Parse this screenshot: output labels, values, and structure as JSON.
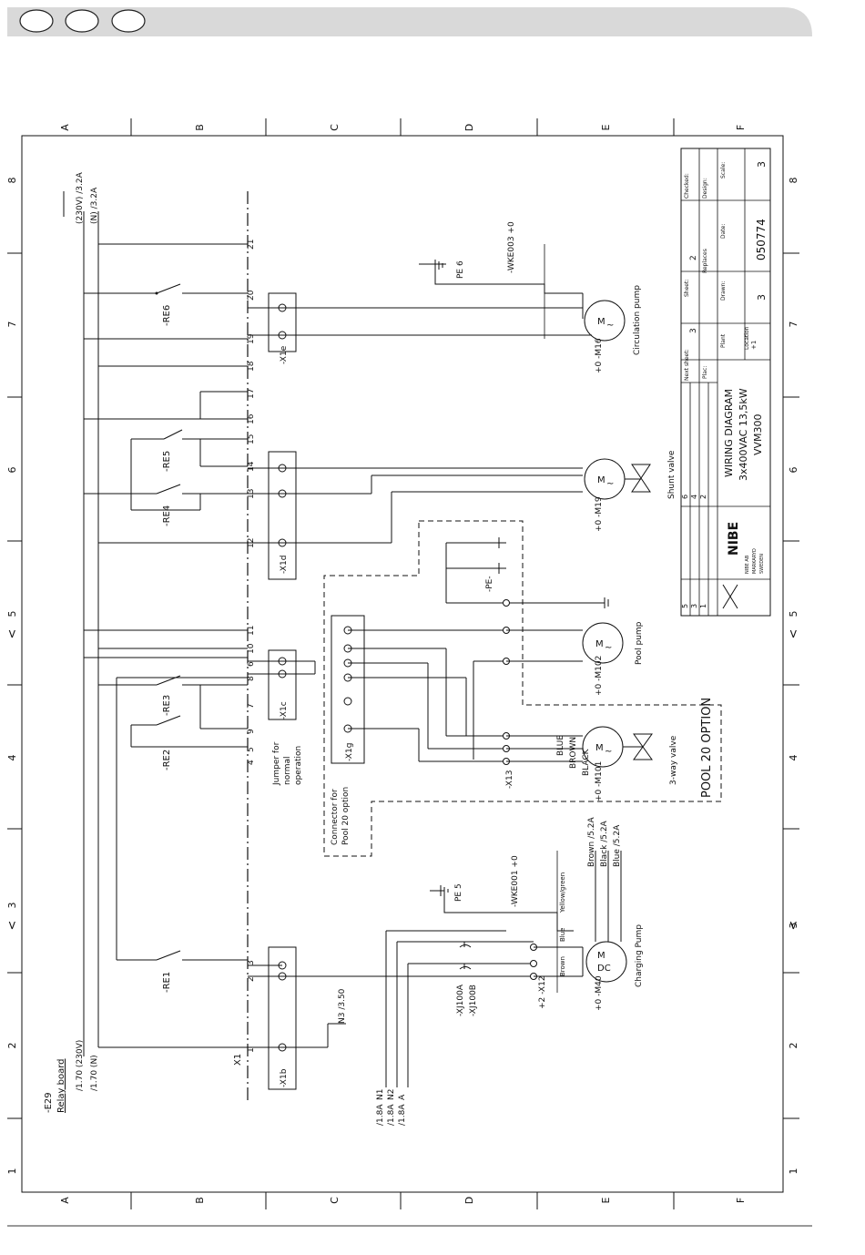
{
  "header": {
    "circle_count": 3,
    "bar_color": "#d9d9d9"
  },
  "grid": {
    "columns": [
      "A",
      "B",
      "C",
      "D",
      "E",
      "F"
    ],
    "rows": [
      "1",
      "2",
      "3",
      "4",
      "5",
      "6",
      "7",
      "8"
    ],
    "side_marks": [
      "<",
      "<",
      "<",
      "<"
    ]
  },
  "title_block": {
    "company_lines": [
      "NIBE AB",
      "MARKARYD",
      "SWEDEN"
    ],
    "logo_text": "NIBE",
    "title_lines": [
      "WIRING DIAGRAM",
      "3x400VAC 13,5kW",
      "VVM300"
    ],
    "revisions": [
      {
        "rev": "5",
        "val": "6"
      },
      {
        "rev": "3",
        "val": "4"
      },
      {
        "rev": "1",
        "val": "2"
      }
    ],
    "next_sheet_label": "Next sheet:",
    "next_sheet": "3",
    "sheet_label": "Sheet:",
    "sheet": "2",
    "plac_label": "Plac:",
    "replaces_label": "Replaces",
    "checked_label": "Checked:",
    "design_label": "Design:",
    "scale_label": "Scale:",
    "plant_label": "Plant",
    "drawn_label": "Drawn:",
    "date_label": "Date:",
    "location_label": "Location",
    "location": "+1",
    "plant_val": "3",
    "drawing_no": "050774",
    "revision_no": "3"
  },
  "labels": {
    "relay_board": [
      "-E29",
      "Relay board"
    ],
    "supply_left": [
      "/1.70 (230V)",
      "/1.70 (N)"
    ],
    "supply_top": [
      "(230V) /3.2A",
      "(N) /3.2A"
    ],
    "x1": "X1",
    "pool_option": "POOL 20 OPTION",
    "connector_for": [
      "Connector for",
      "Pool 20 option"
    ],
    "jumper": [
      "Jumper for",
      "normal",
      "operation"
    ],
    "n3": "N3 /3.50",
    "n1": "N1",
    "n2": "N2",
    "a": "A",
    "ref_18": [
      "/1.8A",
      "/1.8A",
      "/1.8A"
    ]
  },
  "relays": [
    "-RE6",
    "-RE5",
    "-RE4",
    "-RE3",
    "-RE2",
    "-RE1"
  ],
  "terminal_blocks": [
    "-X1e",
    "-X1d",
    "-X1c",
    "-X1g",
    "-X1b",
    "-X13",
    "-X12"
  ],
  "terminals_x1": [
    "21",
    "20",
    "19",
    "18",
    "17",
    "16",
    "15",
    "14",
    "13",
    "12",
    "11",
    "10",
    "9",
    "8",
    "7",
    "6",
    "5",
    "4",
    "3",
    "2",
    "1"
  ],
  "components": {
    "circ_pump": {
      "ref": "+0 -M16",
      "name": "Circulation pump",
      "pe": "PE 6",
      "wk": "-WKE003 +0"
    },
    "shunt_valve": {
      "ref": "+0 -M19",
      "name": "Shunt valve"
    },
    "pool_pump": {
      "ref": "+0 -M102",
      "name": "Pool pump",
      "pe": "-PE-"
    },
    "way_valve": {
      "ref": "+0 -M101",
      "name": "3-way valve",
      "wires": [
        "BLUE",
        "BROWN",
        "BLACK"
      ]
    },
    "charge_pump": {
      "ref": "+0 -M40",
      "name": "Charging Pump",
      "pe": "PE 5",
      "wk": "-WKE001 +0",
      "wires": [
        "Brown /5.2A",
        "Black /5.2A",
        "Blue /5.2A"
      ],
      "xj": [
        "-XJ100A",
        "-XJ100B"
      ],
      "x12": "+2 -X12"
    }
  },
  "wire_colors": [
    "Yellow/green",
    "Blue",
    "Brown"
  ]
}
